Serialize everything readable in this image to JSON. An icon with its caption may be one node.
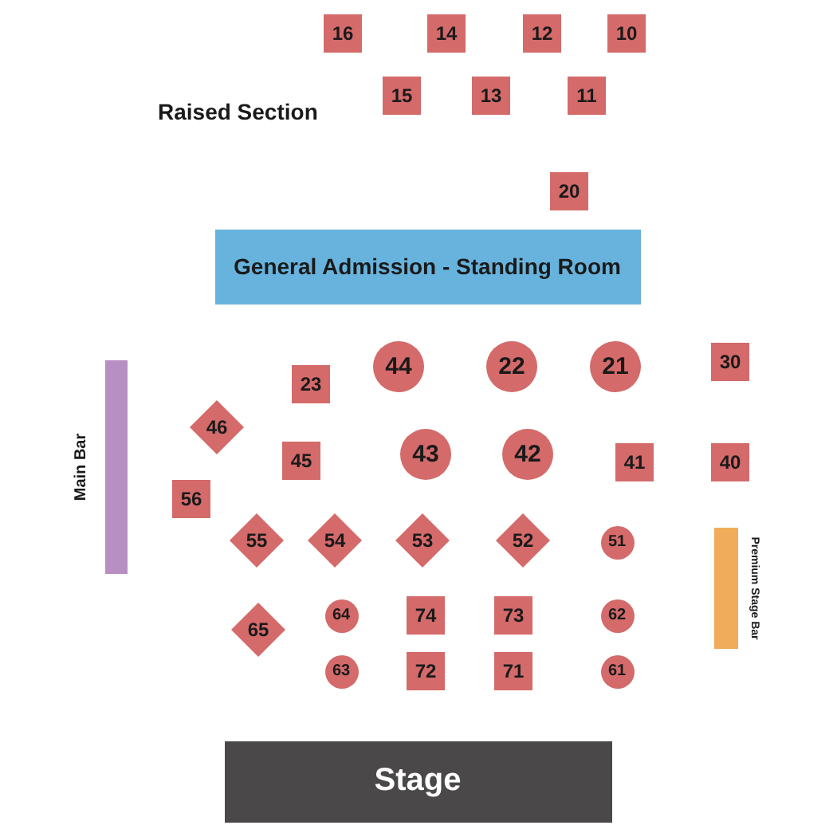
{
  "diagram": {
    "nodes": [
      {
        "text": [
          "16"
        ]
      },
      {
        "text": [
          "14"
        ]
      },
      {
        "text": [
          "12"
        ]
      },
      {
        "text": [
          "10"
        ]
      },
      {
        "text": [
          "15"
        ]
      },
      {
        "text": [
          "13"
        ]
      },
      {
        "text": [
          "11"
        ]
      },
      {
        "text": [
          "20"
        ]
      },
      {
        "text": [
          "General Admission - Standing Room"
        ]
      },
      {
        "text": [
          "30"
        ]
      },
      {
        "text": [
          "23"
        ]
      },
      {
        "text": [
          "44"
        ]
      },
      {
        "text": [
          "22"
        ]
      },
      {
        "text": [
          "21"
        ]
      },
      {
        "text": [
          "46"
        ]
      },
      {
        "text": [
          "45"
        ]
      },
      {
        "text": [
          "43"
        ]
      },
      {
        "text": [
          "42"
        ]
      },
      {
        "text": [
          "41"
        ]
      },
      {
        "text": [
          "40"
        ]
      },
      {
        "text": [
          "Main Bar"
        ]
      },
      {
        "text": [
          "56"
        ]
      },
      {
        "text": [
          "55"
        ]
      },
      {
        "text": [
          "54"
        ]
      },
      {
        "text": [
          "53"
        ]
      },
      {
        "text": [
          "52"
        ]
      },
      {
        "text": [
          "51"
        ]
      },
      {
        "text": [
          "Premium Stage Bar"
        ]
      },
      {
        "text": [
          "64"
        ]
      },
      {
        "text": [
          "74"
        ]
      },
      {
        "text": [
          "73"
        ]
      },
      {
        "text": [
          "62"
        ]
      },
      {
        "text": [
          "65"
        ]
      },
      {
        "text": [
          "63"
        ]
      },
      {
        "text": [
          "72"
        ]
      },
      {
        "text": [
          "71"
        ]
      },
      {
        "text": [
          "61"
        ]
      },
      {
        "text": [
          "Stage"
        ]
      }
    ],
    "labels": [
      "Raised Section"
    ]
  }
}
